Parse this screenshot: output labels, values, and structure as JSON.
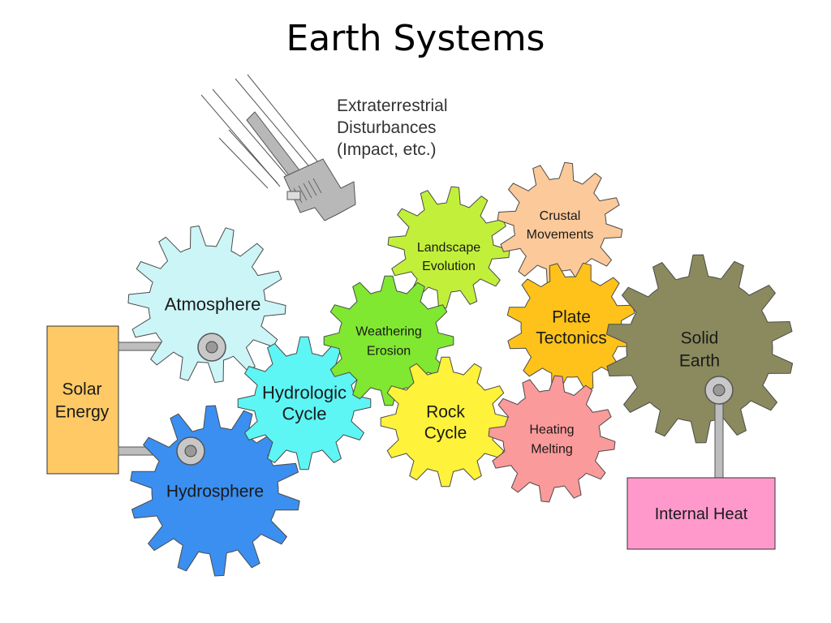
{
  "title": "Earth Systems",
  "labels": {
    "extraterrestrial": [
      "Extraterrestrial",
      "Disturbances",
      "(Impact, etc.)"
    ],
    "atmosphere": [
      "Atmosphere"
    ],
    "hydrosphere": [
      "Hydrosphere"
    ],
    "solar_energy": [
      "Solar",
      "Energy"
    ],
    "hydrologic_cycle": [
      "Hydrologic",
      "Cycle"
    ],
    "weathering_erosion": [
      "Weathering",
      "Erosion"
    ],
    "landscape_evolution": [
      "Landscape",
      "Evolution"
    ],
    "crustal_movements": [
      "Crustal",
      "Movements"
    ],
    "plate_tectonics": [
      "Plate",
      "Tectonics"
    ],
    "rock_cycle": [
      "Rock",
      "Cycle"
    ],
    "heating_melting": [
      "Heating",
      "Melting"
    ],
    "solid_earth": [
      "Solid",
      "Earth"
    ],
    "internal_heat": [
      "Internal Heat"
    ]
  },
  "colors": {
    "atmosphere": "#ccf5f7",
    "hydrosphere": "#3b8ff0",
    "hydrologic_cycle": "#5ef5f5",
    "weathering_erosion": "#80e830",
    "landscape_evolution": "#c2f03a",
    "crustal_movements": "#fcc99a",
    "plate_tectonics": "#ffc21a",
    "rock_cycle": "#fff23a",
    "heating_melting": "#fb9a9a",
    "solid_earth": "#8a8a5e",
    "solar_energy": "#ffc966",
    "internal_heat": "#ff99cc",
    "wrench": "#b8b8b8"
  }
}
